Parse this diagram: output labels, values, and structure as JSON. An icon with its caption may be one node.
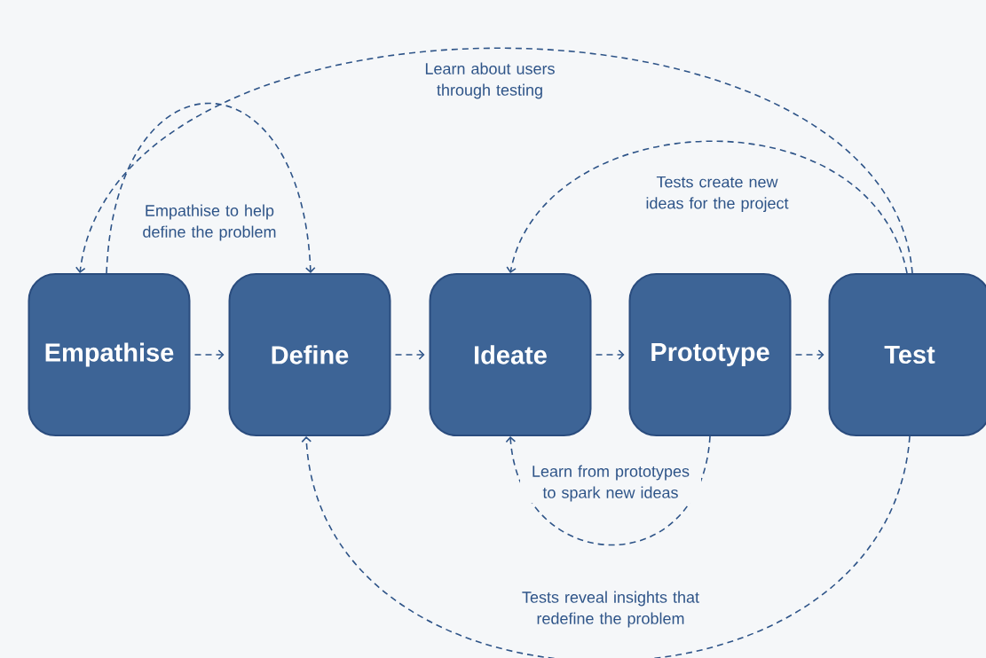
{
  "diagram": {
    "nodes": [
      {
        "text": [
          "Empathise"
        ]
      },
      {
        "text": [
          "Define"
        ]
      },
      {
        "text": [
          "Ideate"
        ]
      },
      {
        "text": [
          "Prototype"
        ]
      },
      {
        "text": [
          "Test"
        ]
      }
    ],
    "edges": [
      {
        "from": 0,
        "to": 1,
        "arrow": "to",
        "style": "dashed"
      },
      {
        "from": 1,
        "to": 2,
        "arrow": "to",
        "style": "dashed"
      },
      {
        "from": 2,
        "to": 3,
        "arrow": "to",
        "style": "dashed"
      },
      {
        "from": 3,
        "to": 4,
        "arrow": "to",
        "style": "dashed"
      },
      {
        "from": 0,
        "to": 1,
        "arrow": "to",
        "style": "dashed",
        "label": "Empathise to help define the problem"
      },
      {
        "from": 4,
        "to": 0,
        "arrow": "to",
        "style": "dashed",
        "label": "Learn about users through testing"
      },
      {
        "from": 4,
        "to": 2,
        "arrow": "to",
        "style": "dashed",
        "label": "Tests create new ideas for the project"
      },
      {
        "from": 3,
        "to": 2,
        "arrow": "to",
        "style": "dashed",
        "label": "Learn from prototypes to spark new ideas"
      },
      {
        "from": 4,
        "to": 1,
        "arrow": "to",
        "style": "dashed",
        "label": "Tests reveal insights that redefine the problem"
      }
    ]
  }
}
